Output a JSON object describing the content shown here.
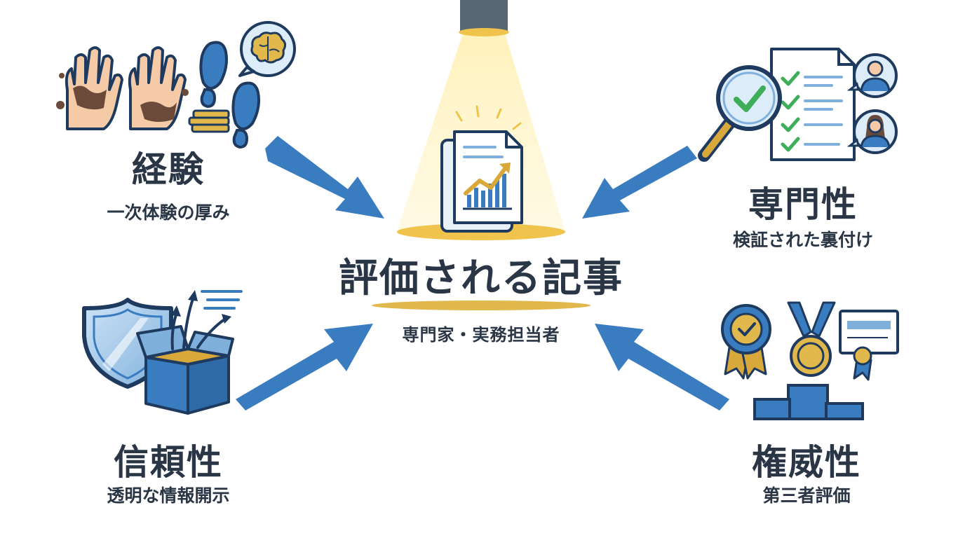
{
  "center": {
    "title": "評価される記事",
    "subtitle": "専門家・実務担当者"
  },
  "pillars": {
    "experience": {
      "title": "経験",
      "subtitle": "一次体験の厚み"
    },
    "expertise": {
      "title": "専門性",
      "subtitle": "検証された裏付け"
    },
    "trust": {
      "title": "信頼性",
      "subtitle": "透明な情報開示"
    },
    "authority": {
      "title": "権威性",
      "subtitle": "第三者評価"
    }
  },
  "colors": {
    "arrow": "#3a7cc0",
    "navy": "#1f3a5f",
    "gold": "#d8b24a",
    "text": "#2a3646"
  }
}
